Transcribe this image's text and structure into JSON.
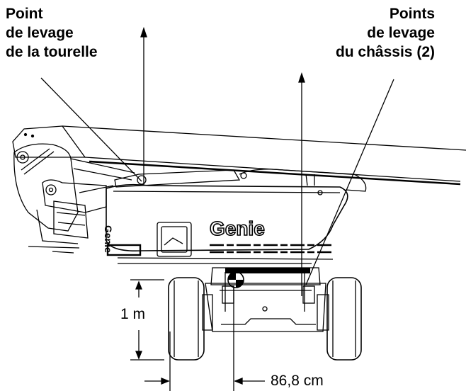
{
  "labels": {
    "turret_lift": [
      "Point",
      "de levage",
      "de la tourelle"
    ],
    "chassis_lift": [
      "Points",
      "de levage",
      "du châssis (2)"
    ]
  },
  "dimensions": {
    "height": "1 m",
    "offset": "86,8 cm"
  },
  "logo": "Genie"
}
